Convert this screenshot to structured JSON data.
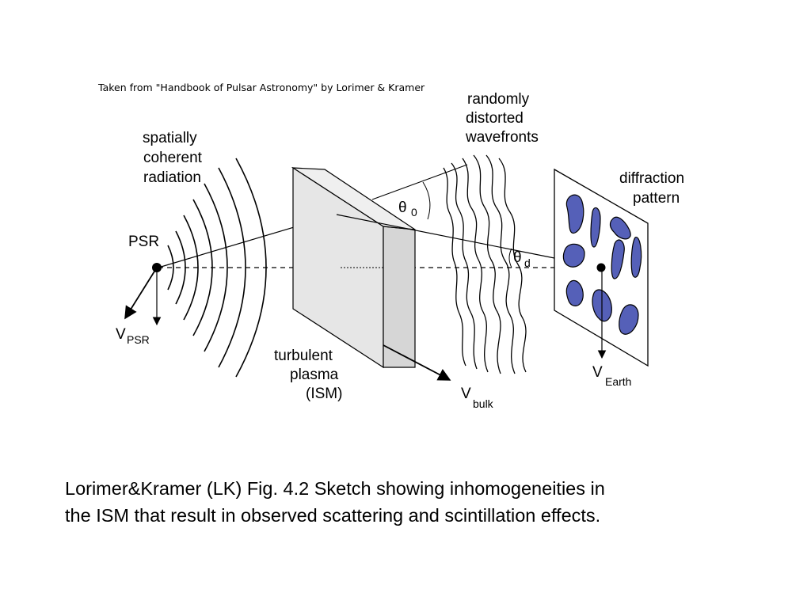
{
  "diagram": {
    "credit": "Taken from \"Handbook of Pulsar Astronomy\" by Lorimer & Kramer",
    "labels": {
      "spatially": "spatially",
      "coherent": "coherent",
      "radiation": "radiation",
      "randomly": "randomly",
      "distorted": "distorted",
      "wavefronts": "wavefronts",
      "diffraction": "diffraction",
      "pattern": "pattern",
      "psr": "PSR",
      "turbulent": "turbulent",
      "plasma": "plasma",
      "ism": "(ISM)",
      "theta0_symbol": "θ",
      "theta0_sub": "0",
      "thetad_symbol": "θ",
      "thetad_sub": "d",
      "vpsr_v": "V",
      "vpsr_sub": "PSR",
      "vbulk_v": "V",
      "vbulk_sub": "bulk",
      "vearth_v": "V",
      "vearth_sub": "Earth"
    },
    "colors": {
      "blob_fill": "#5560b8",
      "slab_front": "#e6e6e6",
      "slab_side": "#d4d4d4",
      "line": "#000000"
    }
  },
  "caption": {
    "line1": "Lorimer&Kramer  (LK) Fig. 4.2  Sketch showing inhomogeneities in",
    "line2": "the ISM that result in observed scattering and scintillation effects."
  }
}
